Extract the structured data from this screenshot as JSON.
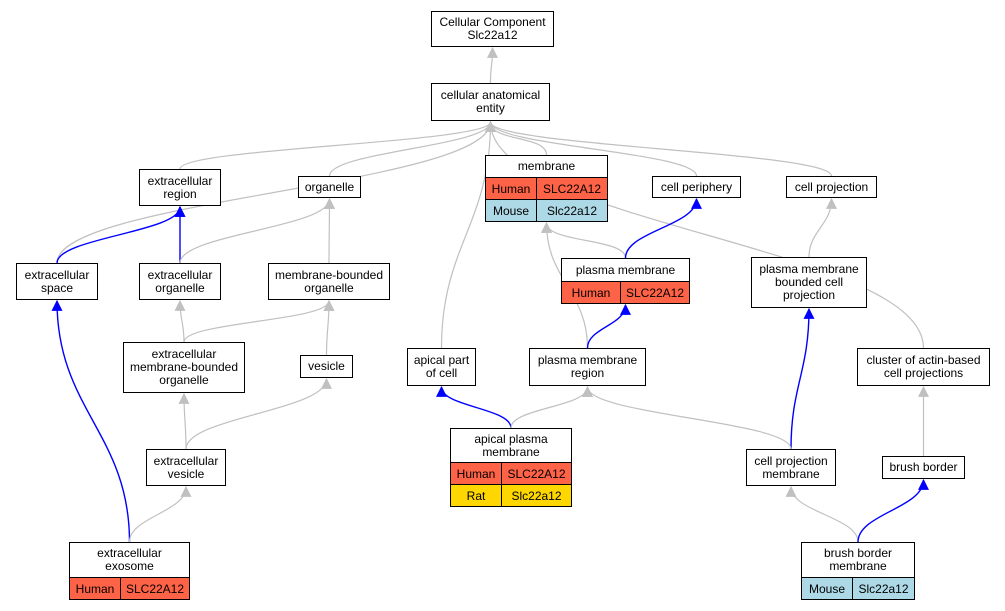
{
  "colors": {
    "human": "#ff6347",
    "mouse": "#add8e6",
    "rat": "#ffd700",
    "edge_grey": "#c0c0c0",
    "edge_blue": "#0000ff"
  },
  "nodes": {
    "root": {
      "label": "Cellular Component\nSlc22a12"
    },
    "cae": {
      "label": "cellular anatomical\nentity"
    },
    "ecr": {
      "label": "extracellular\nregion"
    },
    "org": {
      "label": "organelle"
    },
    "mem": {
      "label": "membrane",
      "annotations": [
        {
          "species": "Human",
          "gene": "SLC22A12",
          "color": "human"
        },
        {
          "species": "Mouse",
          "gene": "Slc22a12",
          "color": "mouse"
        }
      ]
    },
    "cp": {
      "label": "cell periphery"
    },
    "cproj": {
      "label": "cell projection"
    },
    "ecs": {
      "label": "extracellular\nspace"
    },
    "eco": {
      "label": "extracellular\norganelle"
    },
    "mbo": {
      "label": "membrane-bounded\norganelle"
    },
    "pm": {
      "label": "plasma membrane",
      "annotations": [
        {
          "species": "Human",
          "gene": "SLC22A12",
          "color": "human"
        }
      ]
    },
    "pmbcp": {
      "label": "plasma membrane\nbounded cell\nprojection"
    },
    "embo": {
      "label": "extracellular\nmembrane-bounded\norganelle"
    },
    "ves": {
      "label": "vesicle"
    },
    "apc": {
      "label": "apical part\nof cell"
    },
    "pmr": {
      "label": "plasma membrane\nregion"
    },
    "cabp": {
      "label": "cluster of actin-based\ncell projections"
    },
    "apm": {
      "label": "apical plasma\nmembrane",
      "annotations": [
        {
          "species": "Human",
          "gene": "SLC22A12",
          "color": "human"
        },
        {
          "species": "Rat",
          "gene": "Slc22a12",
          "color": "rat"
        }
      ]
    },
    "ecv": {
      "label": "extracellular\nvesicle"
    },
    "cpm": {
      "label": "cell projection\nmembrane"
    },
    "bb": {
      "label": "brush border"
    },
    "exo": {
      "label": "extracellular\nexosome",
      "annotations": [
        {
          "species": "Human",
          "gene": "SLC22A12",
          "color": "human"
        }
      ]
    },
    "bbm": {
      "label": "brush border\nmembrane",
      "annotations": [
        {
          "species": "Mouse",
          "gene": "Slc22a12",
          "color": "mouse"
        }
      ]
    }
  },
  "edges": [
    {
      "from": "cae",
      "to": "root",
      "color": "grey"
    },
    {
      "from": "ecr",
      "to": "cae",
      "color": "grey"
    },
    {
      "from": "org",
      "to": "cae",
      "color": "grey"
    },
    {
      "from": "mem",
      "to": "cae",
      "color": "grey"
    },
    {
      "from": "cp",
      "to": "cae",
      "color": "grey"
    },
    {
      "from": "cproj",
      "to": "cae",
      "color": "grey"
    },
    {
      "from": "ecs",
      "to": "cae",
      "color": "grey"
    },
    {
      "from": "apc",
      "to": "cae",
      "color": "grey"
    },
    {
      "from": "cabp",
      "to": "cae",
      "color": "grey"
    },
    {
      "from": "ecs",
      "to": "ecr",
      "color": "blue"
    },
    {
      "from": "eco",
      "to": "ecr",
      "color": "blue"
    },
    {
      "from": "eco",
      "to": "org",
      "color": "grey"
    },
    {
      "from": "mbo",
      "to": "org",
      "color": "grey"
    },
    {
      "from": "pm",
      "to": "mem",
      "color": "grey"
    },
    {
      "from": "pmr",
      "to": "mem",
      "color": "grey"
    },
    {
      "from": "pm",
      "to": "cp",
      "color": "blue"
    },
    {
      "from": "pmbcp",
      "to": "cproj",
      "color": "grey"
    },
    {
      "from": "embo",
      "to": "eco",
      "color": "grey"
    },
    {
      "from": "embo",
      "to": "mbo",
      "color": "grey"
    },
    {
      "from": "ves",
      "to": "mbo",
      "color": "grey"
    },
    {
      "from": "pmr",
      "to": "pm",
      "color": "blue"
    },
    {
      "from": "cpm",
      "to": "pmbcp",
      "color": "blue"
    },
    {
      "from": "ecv",
      "to": "embo",
      "color": "grey"
    },
    {
      "from": "ecv",
      "to": "ves",
      "color": "grey"
    },
    {
      "from": "apm",
      "to": "apc",
      "color": "blue"
    },
    {
      "from": "apm",
      "to": "pmr",
      "color": "grey"
    },
    {
      "from": "cpm",
      "to": "pmr",
      "color": "grey"
    },
    {
      "from": "bb",
      "to": "cabp",
      "color": "grey"
    },
    {
      "from": "exo",
      "to": "ecs",
      "color": "blue"
    },
    {
      "from": "exo",
      "to": "ecv",
      "color": "grey"
    },
    {
      "from": "bbm",
      "to": "cpm",
      "color": "grey"
    },
    {
      "from": "bbm",
      "to": "bb",
      "color": "blue"
    }
  ]
}
